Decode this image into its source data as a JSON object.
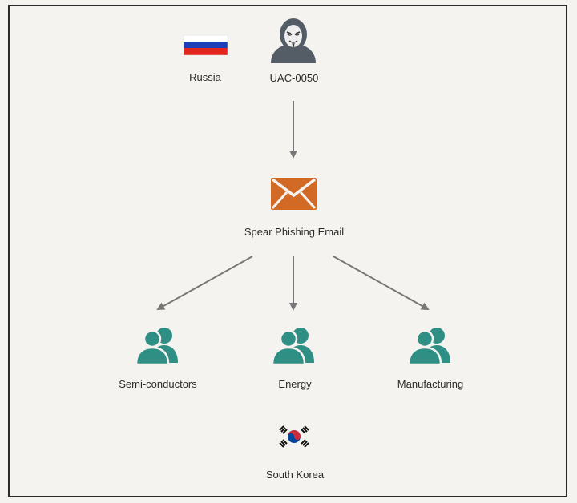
{
  "nodes": {
    "russia": {
      "label": "Russia"
    },
    "actor": {
      "label": "UAC-0050"
    },
    "email": {
      "label": "Spear Phishing Email"
    },
    "semiconductors": {
      "label": "Semi-conductors"
    },
    "energy": {
      "label": "Energy"
    },
    "manufacturing": {
      "label": "Manufacturing"
    },
    "south_korea": {
      "label": "South Korea"
    }
  },
  "edges": [
    {
      "from": "actor",
      "to": "email"
    },
    {
      "from": "email",
      "to": "semiconductors"
    },
    {
      "from": "email",
      "to": "energy"
    },
    {
      "from": "email",
      "to": "manufacturing"
    }
  ],
  "colors": {
    "target_icon": "#2f8f85",
    "email_icon": "#d26a26",
    "actor_icon": "#545d66",
    "arrow": "#777777",
    "flag_russia": [
      "#ffffff",
      "#1d3fb8",
      "#e2261d"
    ],
    "flag_korea_red": "#cd2e3a",
    "flag_korea_blue": "#0047a0"
  },
  "icons": {
    "actor": "hacker-mask-icon",
    "email": "envelope-icon",
    "target": "user-group-icon",
    "russia": "russia-flag-icon",
    "south_korea": "south-korea-flag-icon"
  }
}
